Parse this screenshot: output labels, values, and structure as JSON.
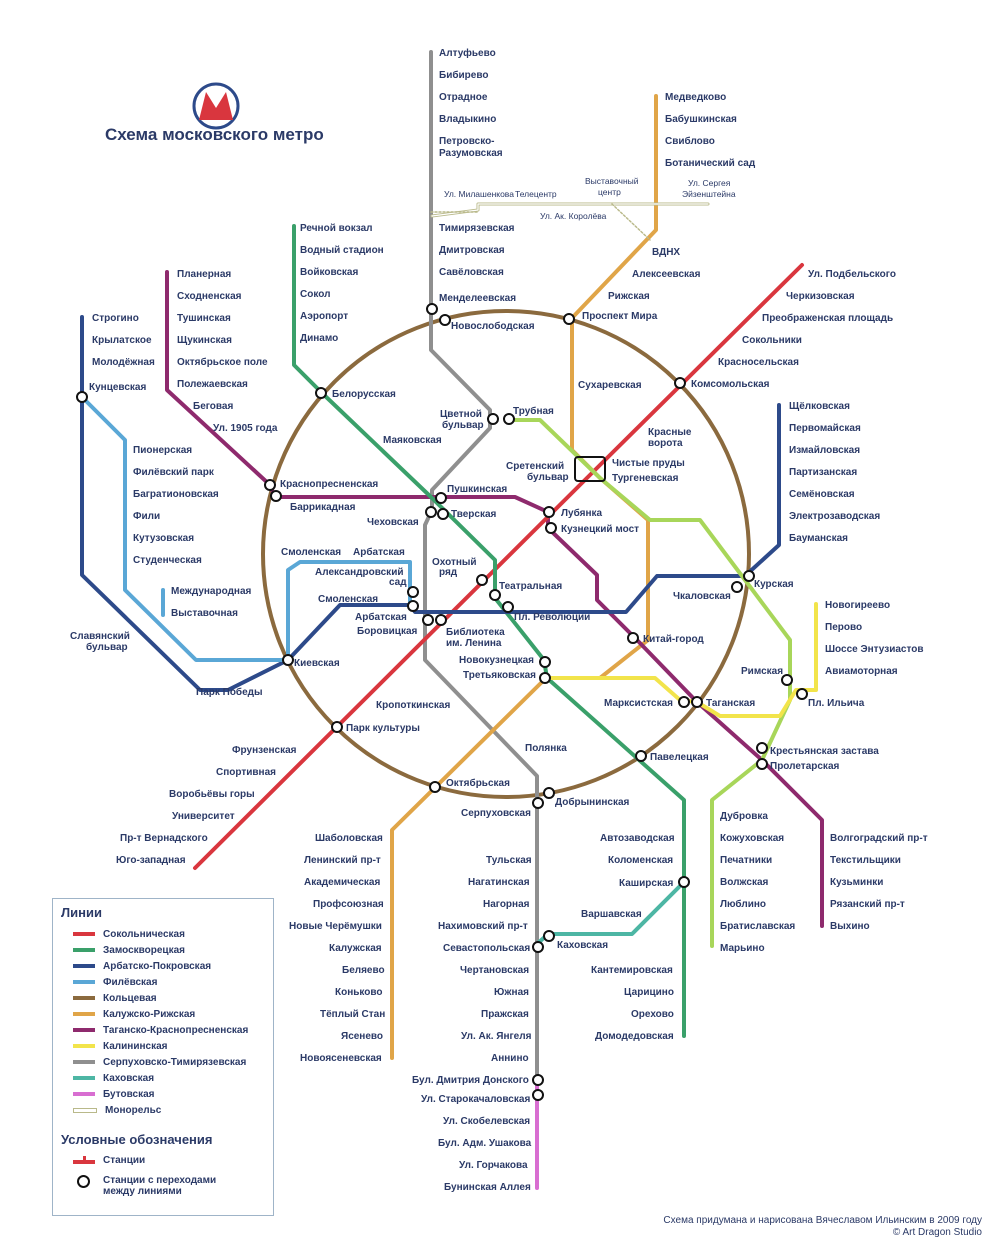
{
  "title": "Схема московского метро",
  "logo_letter": "М",
  "credit_line1": "Схема придумана и нарисована Вячеславом Ильинским в 2009 году",
  "credit_line2": "© Art Dragon Studio",
  "legend": {
    "lines_title": "Линии",
    "lines": [
      {
        "name": "Сокольническая",
        "color": "#d9363e"
      },
      {
        "name": "Замоскворецкая",
        "color": "#3aa06a"
      },
      {
        "name": "Арбатско-Покровская",
        "color": "#2d4a8a"
      },
      {
        "name": "Филёвская",
        "color": "#5aa7d6"
      },
      {
        "name": "Кольцевая",
        "color": "#8b6a3e"
      },
      {
        "name": "Калужско-Рижская",
        "color": "#e0a548"
      },
      {
        "name": "Таганско-Краснопресненская",
        "color": "#8e2a6d"
      },
      {
        "name": "Калининская",
        "color": "#f2e44b"
      },
      {
        "name": "Серпуховско-Тимирязевская",
        "color": "#8f8f8f"
      },
      {
        "name": "Каховская",
        "color": "#4db6a4"
      },
      {
        "name": "Бутовская",
        "color": "#d86ed1"
      },
      {
        "name": "Монорельс",
        "color": "#ffffff"
      }
    ],
    "symbols_title": "Условные обозначения",
    "symbol_station": "Станции",
    "symbol_transfer": "Станции с переходами между линиями"
  },
  "colors": {
    "red": "#d9363e",
    "green": "#3aa06a",
    "blue": "#2d4a8a",
    "lightblue": "#5aa7d6",
    "brown": "#8b6a3e",
    "orange": "#e0a548",
    "purple": "#8e2a6d",
    "yellow": "#f2e44b",
    "grey": "#8f8f8f",
    "teal": "#4db6a4",
    "pink": "#d86ed1",
    "lime": "#a8d65a",
    "text": "#2b3a67"
  },
  "stations": [
    "Алтуфьево",
    "Бибирево",
    "Отрадное",
    "Владыкино",
    "Петровско-",
    "Разумовская",
    "Медведково",
    "Бабушкинская",
    "Свиблово",
    "Ботанический сад",
    "Ул. Милашенкова",
    "Телецентр",
    "Выставочный",
    "центр",
    "Ул. Сергея",
    "Эйзенштейна",
    "Ул. Ак. Королёва",
    "Тимирязевская",
    "Дмитровская",
    "Савёловская",
    "ВДНХ",
    "Алексеевская",
    "Рижская",
    "Речной вокзал",
    "Водный стадион",
    "Войковская",
    "Сокол",
    "Аэропорт",
    "Динамо",
    "Планерная",
    "Сходненская",
    "Тушинская",
    "Щукинская",
    "Октябрьское поле",
    "Полежаевская",
    "Беговая",
    "Ул. 1905 года",
    "Строгино",
    "Крылатское",
    "Молодёжная",
    "Кунцевская",
    "Ул. Подбельского",
    "Черкизовская",
    "Преображенская площадь",
    "Сокольники",
    "Красносельская",
    "Комсомольская",
    "Менделеевская",
    "Новослободская",
    "Проспект Мира",
    "Белорусская",
    "Сухаревская",
    "Цветной",
    "бульвар",
    "Трубная",
    "Маяковская",
    "Красные",
    "ворота",
    "Щёлковская",
    "Первомайская",
    "Измайловская",
    "Партизанская",
    "Семёновская",
    "Электрозаводская",
    "Бауманская",
    "Пионерская",
    "Филёвский парк",
    "Багратионовская",
    "Фили",
    "Кутузовская",
    "Студенческая",
    "Краснопресненская",
    "Баррикадная",
    "Сретенский",
    "бульвар",
    "Чистые пруды",
    "Тургеневская",
    "Пушкинская",
    "Тверская",
    "Чеховская",
    "Лубянка",
    "Кузнецкий мост",
    "Смоленская",
    "Арбатская",
    "Александровский",
    "сад",
    "Охотный",
    "ряд",
    "Театральная",
    "Смоленская",
    "Арбатская",
    "Боровицкая",
    "Библиотека",
    "им. Ленина",
    "Пл. Революции",
    "Курская",
    "Чкаловская",
    "Китай-город",
    "Международная",
    "Выставочная",
    "Славянский",
    "бульвар",
    "Киевская",
    "Парк Победы",
    "Новогиреево",
    "Перово",
    "Шоссе Энтузиастов",
    "Авиамоторная",
    "Римская",
    "Пл. Ильича",
    "Новокузнецкая",
    "Третьяковская",
    "Марксистская",
    "Таганская",
    "Кропоткинская",
    "Парк культуры",
    "Полянка",
    "Крестьянская застава",
    "Пролетарская",
    "Фрунзенская",
    "Спортивная",
    "Воробьёвы горы",
    "Университет",
    "Пр-т Вернадского",
    "Юго-западная",
    "Октябрьская",
    "Павелецкая",
    "Добрынинская",
    "Серпуховская",
    "Шаболовская",
    "Ленинский пр-т",
    "Академическая",
    "Профсоюзная",
    "Новые Черёмушки",
    "Калужская",
    "Беляево",
    "Коньково",
    "Тёплый Стан",
    "Ясенево",
    "Новоясеневская",
    "Тульская",
    "Нагатинская",
    "Нагорная",
    "Нахимовский пр-т",
    "Севастопольская",
    "Каховская",
    "Чертановская",
    "Южная",
    "Пражская",
    "Ул. Ак. Янгеля",
    "Аннино",
    "Бул. Дмитрия Донского",
    "Ул. Старокачаловская",
    "Ул. Скобелевская",
    "Бул. Адм. Ушакова",
    "Ул. Горчакова",
    "Бунинская Аллея",
    "Автозаводская",
    "Коломенская",
    "Каширская",
    "Варшавская",
    "Кантемировская",
    "Царицино",
    "Орехово",
    "Домодедовская",
    "Дубровка",
    "Кожуховская",
    "Печатники",
    "Волжская",
    "Люблино",
    "Братиславская",
    "Марьино",
    "Волгоградский пр-т",
    "Текстильщики",
    "Кузьминки",
    "Рязанский пр-т",
    "Выхино"
  ]
}
